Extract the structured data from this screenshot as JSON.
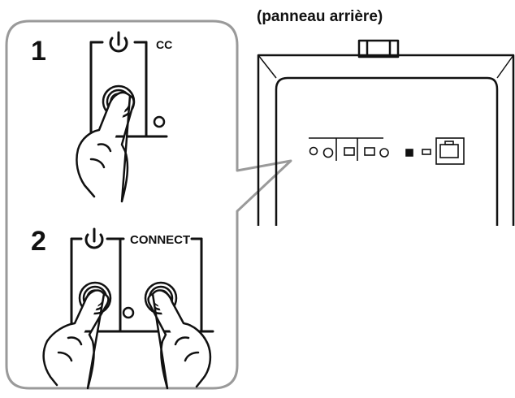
{
  "caption": "(panneau arrière)",
  "steps": [
    {
      "number": "1",
      "cut_label": "CC"
    },
    {
      "number": "2",
      "connect_label": "CONNECT"
    }
  ],
  "icons": {
    "power": "power-symbol-icon",
    "button": "circular-push-button-icon",
    "led": "indicator-led-icon",
    "finger": "pressing-finger-icon",
    "lan": "ethernet-port-icon"
  },
  "colors": {
    "line": "#111111",
    "panel_fill": "#ffffff"
  }
}
